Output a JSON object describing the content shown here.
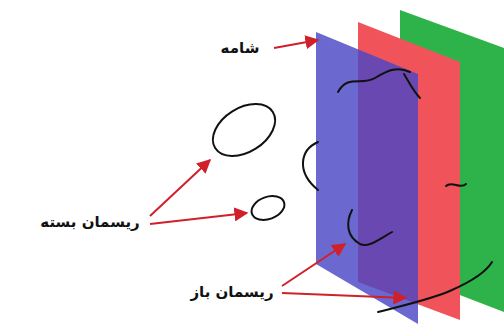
{
  "diagram": {
    "labels": [
      "شامه",
      "ریسمان بسته",
      "ریسمان باز"
    ]
  }
}
